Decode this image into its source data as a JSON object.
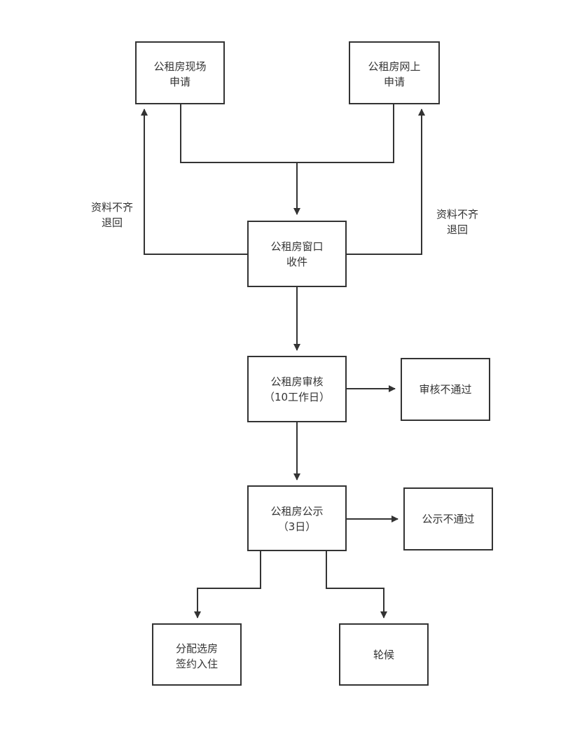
{
  "colors": {
    "stroke": "#333333",
    "text": "#333333",
    "background": "#ffffff"
  },
  "nodes": {
    "onsite_apply": {
      "line1": "公租房现场",
      "line2": "申请"
    },
    "online_apply": {
      "line1": "公租房网上",
      "line2": "申请"
    },
    "window_receive": {
      "line1": "公租房窗口",
      "line2": "收件"
    },
    "review": {
      "line1": "公租房审核",
      "line2": "（10工作日）"
    },
    "review_fail": {
      "line1": "审核不通过"
    },
    "publicity": {
      "line1": "公租房公示",
      "line2": "（3日）"
    },
    "publicity_fail": {
      "line1": "公示不通过"
    },
    "allocate": {
      "line1": "分配选房",
      "line2": "签约入住"
    },
    "waitlist": {
      "line1": "轮候"
    }
  },
  "labels": {
    "return_left": {
      "line1": "资料不齐",
      "line2": "退回"
    },
    "return_right": {
      "line1": "资料不齐",
      "line2": "退回"
    }
  }
}
